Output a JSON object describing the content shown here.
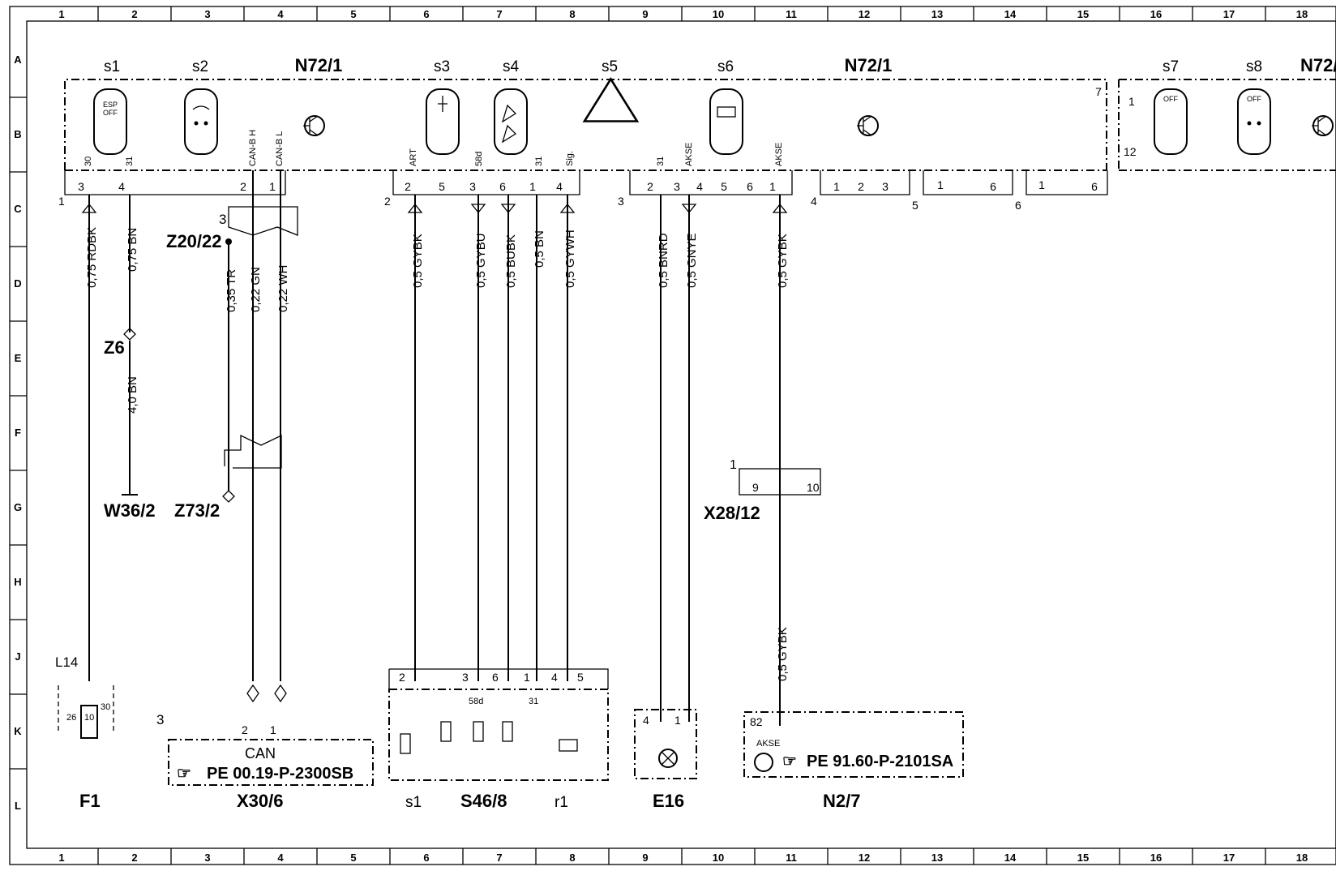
{
  "columns": [
    "1",
    "2",
    "3",
    "4",
    "5",
    "6",
    "7",
    "8",
    "9",
    "10",
    "11",
    "12",
    "13",
    "14",
    "15",
    "16",
    "17",
    "18"
  ],
  "rows": [
    "A",
    "B",
    "C",
    "D",
    "E",
    "F",
    "G",
    "H",
    "J",
    "K",
    "L"
  ],
  "module_label": "N72/1",
  "module_label_cut": "N72/",
  "switches": [
    "s1",
    "s2",
    "s3",
    "s4",
    "s5",
    "s6",
    "s7",
    "s8"
  ],
  "pin_labels": {
    "p30": "30",
    "p31a": "31",
    "canh": "CAN-B H",
    "canl": "CAN-B L",
    "art": "ART",
    "p58d": "58d",
    "p31b": "31",
    "sig": "Sig.",
    "p31c": "31",
    "akse1": "AKSE",
    "akse2": "AKSE"
  },
  "connector_numbers": {
    "c1": "1",
    "c2": "2",
    "c3": "3",
    "c4": "4",
    "c5": "5",
    "c6": "6",
    "c7": "7",
    "pins_c1": [
      "3",
      "4",
      "2",
      "1"
    ],
    "pins_c2": [
      "2",
      "5",
      "3",
      "6",
      "1",
      "4"
    ],
    "pins_c3": [
      "2",
      "3",
      "4",
      "5",
      "6",
      "1"
    ],
    "pins_c4": [
      "1",
      "2",
      "3"
    ],
    "pins_c5": [
      "1",
      "6"
    ],
    "pins_c6": [
      "1",
      "6"
    ],
    "s7_pins": [
      "1",
      "12"
    ]
  },
  "wires": [
    "0,75 RDBK",
    "0,75 BN",
    "0,35 TR",
    "0,22 GN",
    "0,22 WH",
    "0,5 GYBK",
    "0,5 GYBU",
    "0,5 BUBK",
    "0,5 BN",
    "0,5 GYWH",
    "0,5 BNRD",
    "0,5 GNYE",
    "0,5 GYBK",
    "4,0 BN",
    "0,5 GYBK"
  ],
  "components": {
    "z2022": "Z20/22",
    "z2022_pin": "3",
    "z6": "Z6",
    "w362": "W36/2",
    "z732": "Z73/2",
    "x2812": "X28/12",
    "x2812_pins": [
      "1",
      "9",
      "10"
    ],
    "f1": "F1",
    "l14": "L14",
    "f1_pins": [
      "26",
      "10",
      "30"
    ],
    "x306": "X30/6",
    "x306_pins": [
      "3",
      "2",
      "1"
    ],
    "can": "CAN",
    "x306_ref": "PE 00.19-P-2300SB",
    "s468": "S46/8",
    "s468_s1": "s1",
    "s468_r1": "r1",
    "s468_pins": [
      "2",
      "3",
      "6",
      "1",
      "4",
      "5"
    ],
    "s468_inner": [
      "58d",
      "31"
    ],
    "e16": "E16",
    "e16_pins": [
      "4",
      "1"
    ],
    "n27": "N2/7",
    "n27_pin": "82",
    "n27_akse": "AKSE",
    "n27_ref": "PE 91.60-P-2101SA"
  },
  "icons": [
    "esp-off-icon",
    "hazard-icon",
    "ref-hand-icon",
    "transistor-icon",
    "lamp-icon"
  ]
}
